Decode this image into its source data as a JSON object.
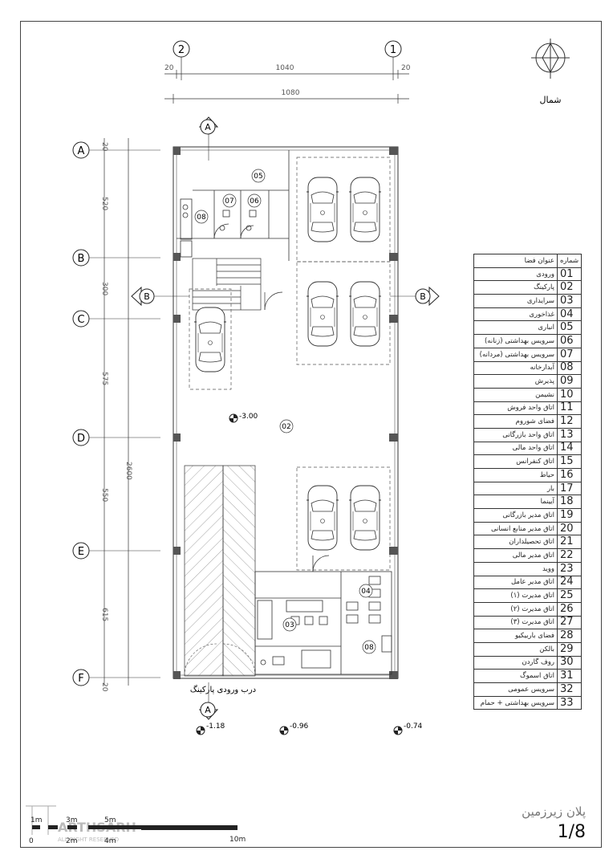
{
  "drawing": {
    "grid_columns": [
      "2",
      "1"
    ],
    "grid_rows": [
      "A",
      "B",
      "C",
      "D",
      "E",
      "F"
    ],
    "dim_top_left_offset": "20",
    "dim_top_right_offset": "20",
    "dim_inner_width": "1040",
    "dim_outer_width": "1080",
    "dim_row_segments": [
      "20",
      "520",
      "300",
      "575",
      "550",
      "615",
      "20"
    ],
    "dim_total_height": "2600",
    "section_marks": [
      "A",
      "A",
      "B",
      "B"
    ],
    "room_tags": [
      "05",
      "07",
      "06",
      "08",
      "02",
      "03",
      "04",
      "08"
    ],
    "level_main": "-3.00",
    "levels_bottom": [
      "-1.18",
      "-0.96",
      "-0.74"
    ],
    "parking_door_label": "درب ورودی پارکینگ",
    "north_label": "شمال"
  },
  "legend": {
    "header_num": "شماره",
    "header_name": "عنوان فضا",
    "rows": [
      {
        "num": "01",
        "name": "ورودی"
      },
      {
        "num": "02",
        "name": "پارکینگ"
      },
      {
        "num": "03",
        "name": "سرایداری"
      },
      {
        "num": "04",
        "name": "غذاخوری"
      },
      {
        "num": "05",
        "name": "انباری"
      },
      {
        "num": "06",
        "name": "سرویس بهداشتی (زنانه)"
      },
      {
        "num": "07",
        "name": "سرویس بهداشتی (مردانه)"
      },
      {
        "num": "08",
        "name": "آبدارخانه"
      },
      {
        "num": "09",
        "name": "پذیرش"
      },
      {
        "num": "10",
        "name": "نشیمن"
      },
      {
        "num": "11",
        "name": "اتاق واحد فروش"
      },
      {
        "num": "12",
        "name": "فضای شوروم"
      },
      {
        "num": "13",
        "name": "اتاق واحد بازرگانی"
      },
      {
        "num": "14",
        "name": "اتاق واحد مالی"
      },
      {
        "num": "15",
        "name": "اتاق کنفرانس"
      },
      {
        "num": "16",
        "name": "حیاط"
      },
      {
        "num": "17",
        "name": "بار"
      },
      {
        "num": "18",
        "name": "آیینما"
      },
      {
        "num": "19",
        "name": "اتاق مدیر بازرگانی"
      },
      {
        "num": "20",
        "name": "اتاق مدیر منابع انسانی"
      },
      {
        "num": "21",
        "name": "اتاق تحصیلداران"
      },
      {
        "num": "22",
        "name": "اتاق مدیر مالی"
      },
      {
        "num": "23",
        "name": "وويد"
      },
      {
        "num": "24",
        "name": "اتاق مدیر عامل"
      },
      {
        "num": "25",
        "name": "اتاق مدیرت (۱)"
      },
      {
        "num": "26",
        "name": "اتاق مدیرت (۲)"
      },
      {
        "num": "27",
        "name": "اتاق مدیرت (۳)"
      },
      {
        "num": "28",
        "name": "فضای باربیکیو"
      },
      {
        "num": "29",
        "name": "بالکن"
      },
      {
        "num": "30",
        "name": "روف گاردن"
      },
      {
        "num": "31",
        "name": "اتاق اسموگ"
      },
      {
        "num": "32",
        "name": "سرویس عمومی"
      },
      {
        "num": "33",
        "name": "سرویس بهداشتی + حمام"
      }
    ]
  },
  "sheet": {
    "title": "پلان زیرزمین",
    "number": "1/8"
  },
  "scale_bar": {
    "labels_top": [
      "1m",
      "3m",
      "5m"
    ],
    "labels_bottom": [
      "0",
      "2m",
      "4m",
      "10m"
    ]
  },
  "logo": {
    "name": "ARTHSARH",
    "tagline": "ALL RIGHT RESERVED"
  }
}
